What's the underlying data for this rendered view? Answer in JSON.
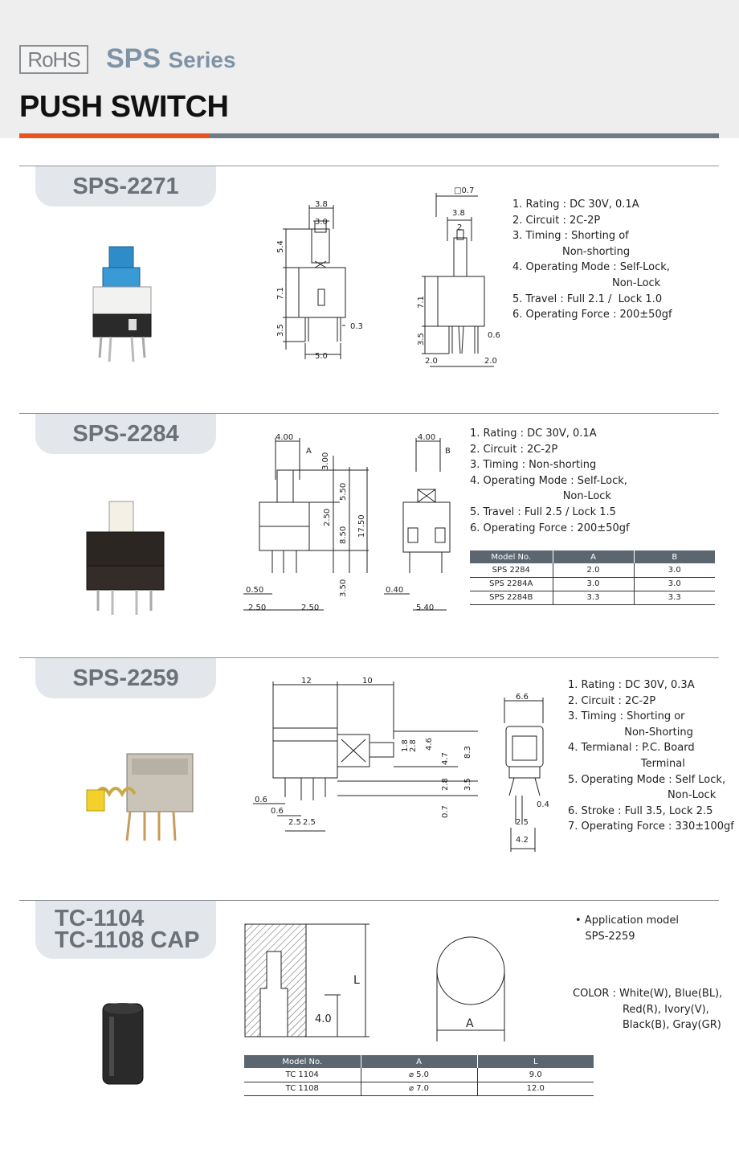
{
  "header": {
    "rohs": "RoHS",
    "series_main": "SPS",
    "series_sub": "Series",
    "title": "PUSH SWITCH"
  },
  "colors": {
    "accent": "#e8541e",
    "bar": "#707b85",
    "tag_bg": "#e3e6ea",
    "table_header": "#5b6670"
  },
  "sections": [
    {
      "model": "SPS-2271",
      "specs": "1. Rating : DC 30V, 0.1A\n2. Circuit : 2C-2P\n3. Timing : Shorting of\n               Non-shorting\n4. Operating Mode : Self-Lock,\n                              Non-Lock\n5. Travel : Full 2.1 /  Lock 1.0\n6. Operating Force : 200±50gf",
      "dims": {
        "d1": "3.8",
        "d2": "3.0",
        "d3": "5.4",
        "d4": "7.1",
        "d5": "3.5",
        "d6": "0.3",
        "d7": "5.0",
        "d8": "□0.7",
        "d9": "3.8",
        "d10": "2",
        "d11": "7.1",
        "d12": "3.5",
        "d13": "0.6",
        "d14": "2.0",
        "d15": "2.0"
      }
    },
    {
      "model": "SPS-2284",
      "specs": "1. Rating : DC 30V, 0.1A\n2. Circuit : 2C-2P\n3. Timing : Non-shorting\n4. Operating Mode : Self-Lock,\n                            Non-Lock\n5. Travel : Full 2.5 / Lock 1.5\n6. Operating Force : 200±50gf",
      "dims": {
        "w1": "4.00",
        "a": "A",
        "h1": "3.00",
        "h2": "5.50",
        "h3": "2.50",
        "h4": "8.50",
        "h5": "17.50",
        "h6": "3.50",
        "p1": "0.50",
        "p2": "2.50",
        "p3": "2.50",
        "w2": "4.00",
        "b": "B",
        "p4": "0.40",
        "p5": "5.40"
      },
      "table": {
        "headers": [
          "Model No.",
          "A",
          "B"
        ],
        "rows": [
          [
            "SPS 2284",
            "2.0",
            "3.0"
          ],
          [
            "SPS 2284A",
            "3.0",
            "3.0"
          ],
          [
            "SPS 2284B",
            "3.3",
            "3.3"
          ]
        ]
      }
    },
    {
      "model": "SPS-2259",
      "specs": "1. Rating : DC 30V, 0.3A\n2. Circuit : 2C-2P\n3. Timing : Shorting or\n                 Non-Shorting\n4. Termianal : P.C. Board\n                      Terminal\n5. Operating Mode : Self Lock,\n                              Non-Lock\n6. Stroke : Full 3.5, Lock 2.5\n7. Operating Force : 330±100gf",
      "dims": {
        "l1": "12",
        "l2": "10",
        "v1": "1.8",
        "v2": "2.8",
        "v3": "4.6",
        "v4": "4.7",
        "v5": "8.3",
        "v6": "2.8",
        "v7": "3.5",
        "v8": "0.7",
        "h1": "0.6",
        "h2": "0.6",
        "h3": "2.5",
        "h4": "2.5",
        "s1": "6.6",
        "s2": "0.4",
        "s3": "2.5",
        "s4": "4.2"
      }
    },
    {
      "model_line1": "TC-1104",
      "model_line2": "TC-1108 CAP",
      "application": "• Application model\n   SPS-2259",
      "color": "COLOR : White(W), Blue(BL),\n               Red(R), Ivory(V),\n               Black(B), Gray(GR)",
      "dims": {
        "l": "L",
        "h": "4.0",
        "a": "A"
      },
      "table": {
        "headers": [
          "Model No.",
          "A",
          "L"
        ],
        "rows": [
          [
            "TC 1104",
            "⌀ 5.0",
            "9.0"
          ],
          [
            "TC 1108",
            "⌀ 7.0",
            "12.0"
          ]
        ]
      }
    }
  ]
}
